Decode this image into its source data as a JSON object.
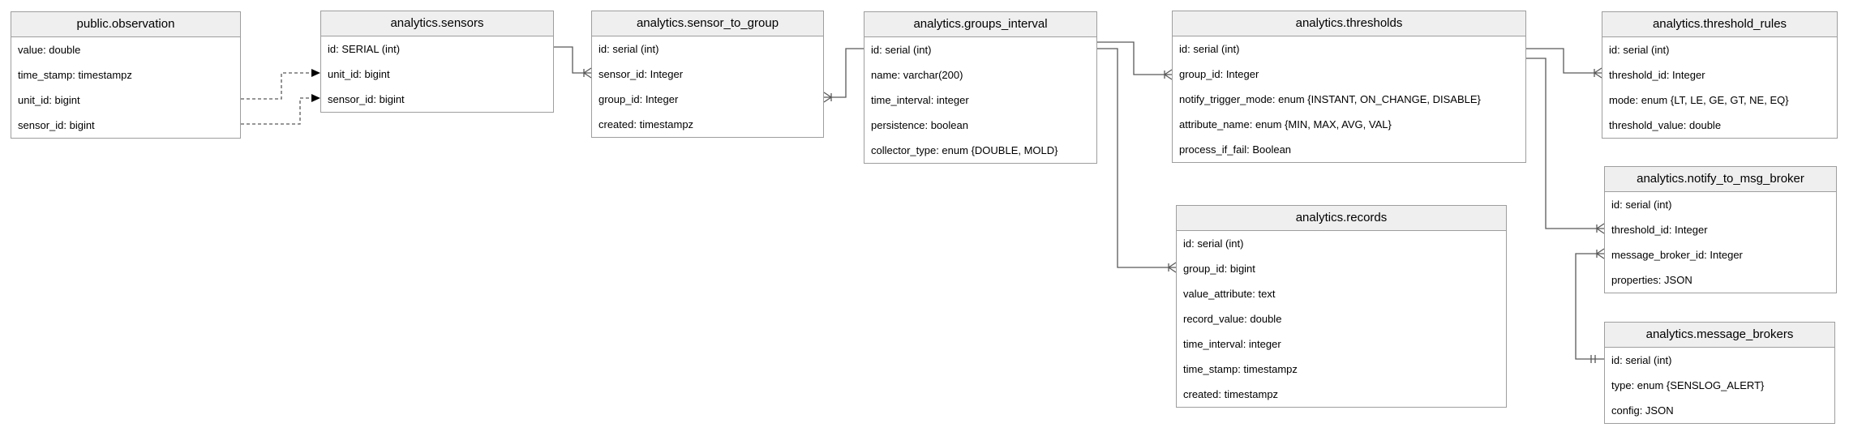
{
  "diagram": {
    "type": "er-schema",
    "colors": {
      "background": "#ffffff",
      "table_border": "#9e9e9e",
      "title_fill": "#efefef",
      "row_fill": "#ffffff",
      "line": "#595959",
      "text": "#000000"
    },
    "tables": [
      {
        "title": "public.observation",
        "fields": [
          "value: double",
          "time_stamp: timestampz",
          "unit_id: bigint",
          "sensor_id: bigint"
        ]
      },
      {
        "title": "analytics.sensors",
        "fields": [
          "id: SERIAL (int)",
          "unit_id: bigint",
          "sensor_id: bigint"
        ]
      },
      {
        "title": "analytics.sensor_to_group",
        "fields": [
          "id: serial (int)",
          "sensor_id: Integer",
          "group_id: Integer",
          "created: timestampz"
        ]
      },
      {
        "title": "analytics.groups_interval",
        "fields": [
          "id: serial (int)",
          "name: varchar(200)",
          "time_interval: integer",
          "persistence: boolean",
          "collector_type: enum {DOUBLE, MOLD}"
        ]
      },
      {
        "title": "analytics.thresholds",
        "fields": [
          "id: serial (int)",
          "group_id: Integer",
          "notify_trigger_mode: enum {INSTANT, ON_CHANGE, DISABLE}",
          "attribute_name: enum {MIN, MAX, AVG, VAL}",
          "process_if_fail: Boolean"
        ]
      },
      {
        "title": "analytics.threshold_rules",
        "fields": [
          "id: serial (int)",
          "threshold_id: Integer",
          "mode: enum {LT, LE, GE, GT, NE, EQ}",
          "threshold_value: double"
        ]
      },
      {
        "title": "analytics.notify_to_msg_broker",
        "fields": [
          "id: serial (int)",
          "threshold_id: Integer",
          "message_broker_id: Integer",
          "properties: JSON"
        ]
      },
      {
        "title": "analytics.records",
        "fields": [
          "id: serial (int)",
          "group_id: bigint",
          "value_attribute: text",
          "record_value: double",
          "time_interval: integer",
          "time_stamp: timestampz",
          "created: timestampz"
        ]
      },
      {
        "title": "analytics.message_brokers",
        "fields": [
          "id: serial (int)",
          "type: enum {SENSLOG_ALERT}",
          "config: JSON"
        ]
      }
    ],
    "relationships": [
      {
        "from": "public.observation.unit_id",
        "to": "analytics.sensors.unit_id",
        "style": "dashed",
        "marker": "arrow"
      },
      {
        "from": "public.observation.sensor_id",
        "to": "analytics.sensors.sensor_id",
        "style": "dashed",
        "marker": "arrow"
      },
      {
        "from": "analytics.sensors.id",
        "to": "analytics.sensor_to_group.sensor_id",
        "style": "solid",
        "cardinality": "one-to-many"
      },
      {
        "from": "analytics.groups_interval.id",
        "to": "analytics.sensor_to_group.group_id",
        "style": "solid",
        "cardinality": "one-to-many"
      },
      {
        "from": "analytics.groups_interval.id",
        "to": "analytics.thresholds.group_id",
        "style": "solid",
        "cardinality": "one-to-many"
      },
      {
        "from": "analytics.groups_interval.id",
        "to": "analytics.records.group_id",
        "style": "solid",
        "cardinality": "one-to-many"
      },
      {
        "from": "analytics.thresholds.id",
        "to": "analytics.threshold_rules.threshold_id",
        "style": "solid",
        "cardinality": "one-to-many"
      },
      {
        "from": "analytics.thresholds.id",
        "to": "analytics.notify_to_msg_broker.threshold_id",
        "style": "solid",
        "cardinality": "one-to-many"
      },
      {
        "from": "analytics.message_brokers.id",
        "to": "analytics.notify_to_msg_broker.message_broker_id",
        "style": "solid",
        "cardinality": "one-to-many"
      }
    ]
  }
}
